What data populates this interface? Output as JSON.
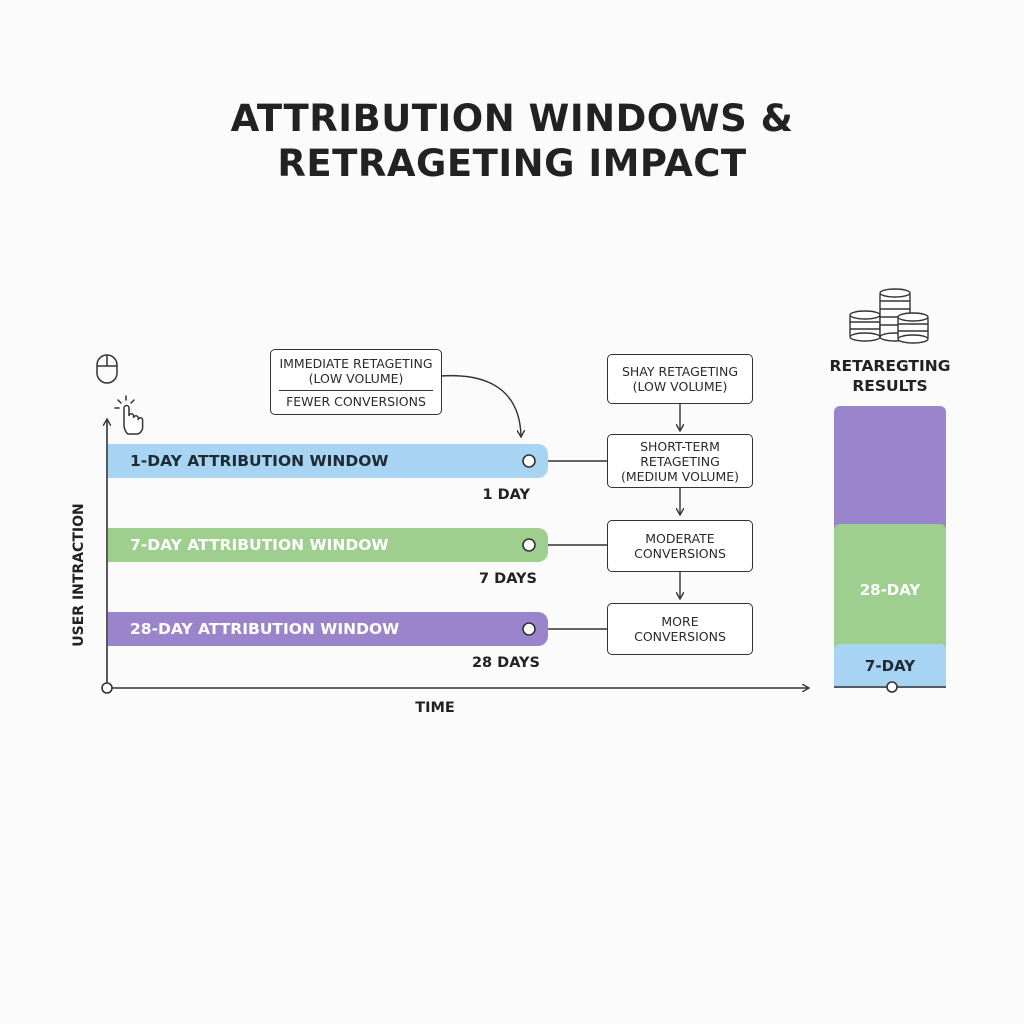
{
  "title": {
    "line1": "ATTRIBUTION WINDOWS &",
    "line2": "RETRAGETING IMPACT"
  },
  "axes": {
    "y_label": "USER INTRACTION",
    "x_label": "TIME"
  },
  "windows": [
    {
      "label": "1-DAY ATTRIBUTION WINDOW",
      "duration": "1 DAY",
      "color": "#a6d4f2"
    },
    {
      "label": "7-DAY ATTRIBUTION WINDOW",
      "duration": "7 DAYS",
      "color": "#9fcf8f"
    },
    {
      "label": "28-DAY ATTRIBUTION WINDOW",
      "duration": "28 DAYS",
      "color": "#9a85cc"
    }
  ],
  "callout": {
    "line1": "IMMEDIATE RETAGETING",
    "line2": "(LOW VOLUME)",
    "line3": "FEWER CONVERSIONS"
  },
  "flow": [
    {
      "line1": "SHAY RETAGETING",
      "line2": "(LOW VOLUME)"
    },
    {
      "line1": "SHORT-TERM",
      "line2": "RETAGETING",
      "line3": "(MEDIUM VOLUME)"
    },
    {
      "line1": "MODERATE",
      "line2": "CONVERSIONS"
    },
    {
      "line1": "MORE",
      "line2": "CONVERSIONS"
    }
  ],
  "results": {
    "title_line1": "RETAREGTING",
    "title_line2": "RESULTS",
    "segments": [
      {
        "label": "",
        "color": "#9a85cc"
      },
      {
        "label": "28-DAY",
        "color": "#9fcf8f"
      },
      {
        "label": "7-DAY",
        "color": "#a6d4f2"
      }
    ]
  },
  "icons": [
    "mouse-icon",
    "pointer-click-icon",
    "coin-stack-icon"
  ]
}
